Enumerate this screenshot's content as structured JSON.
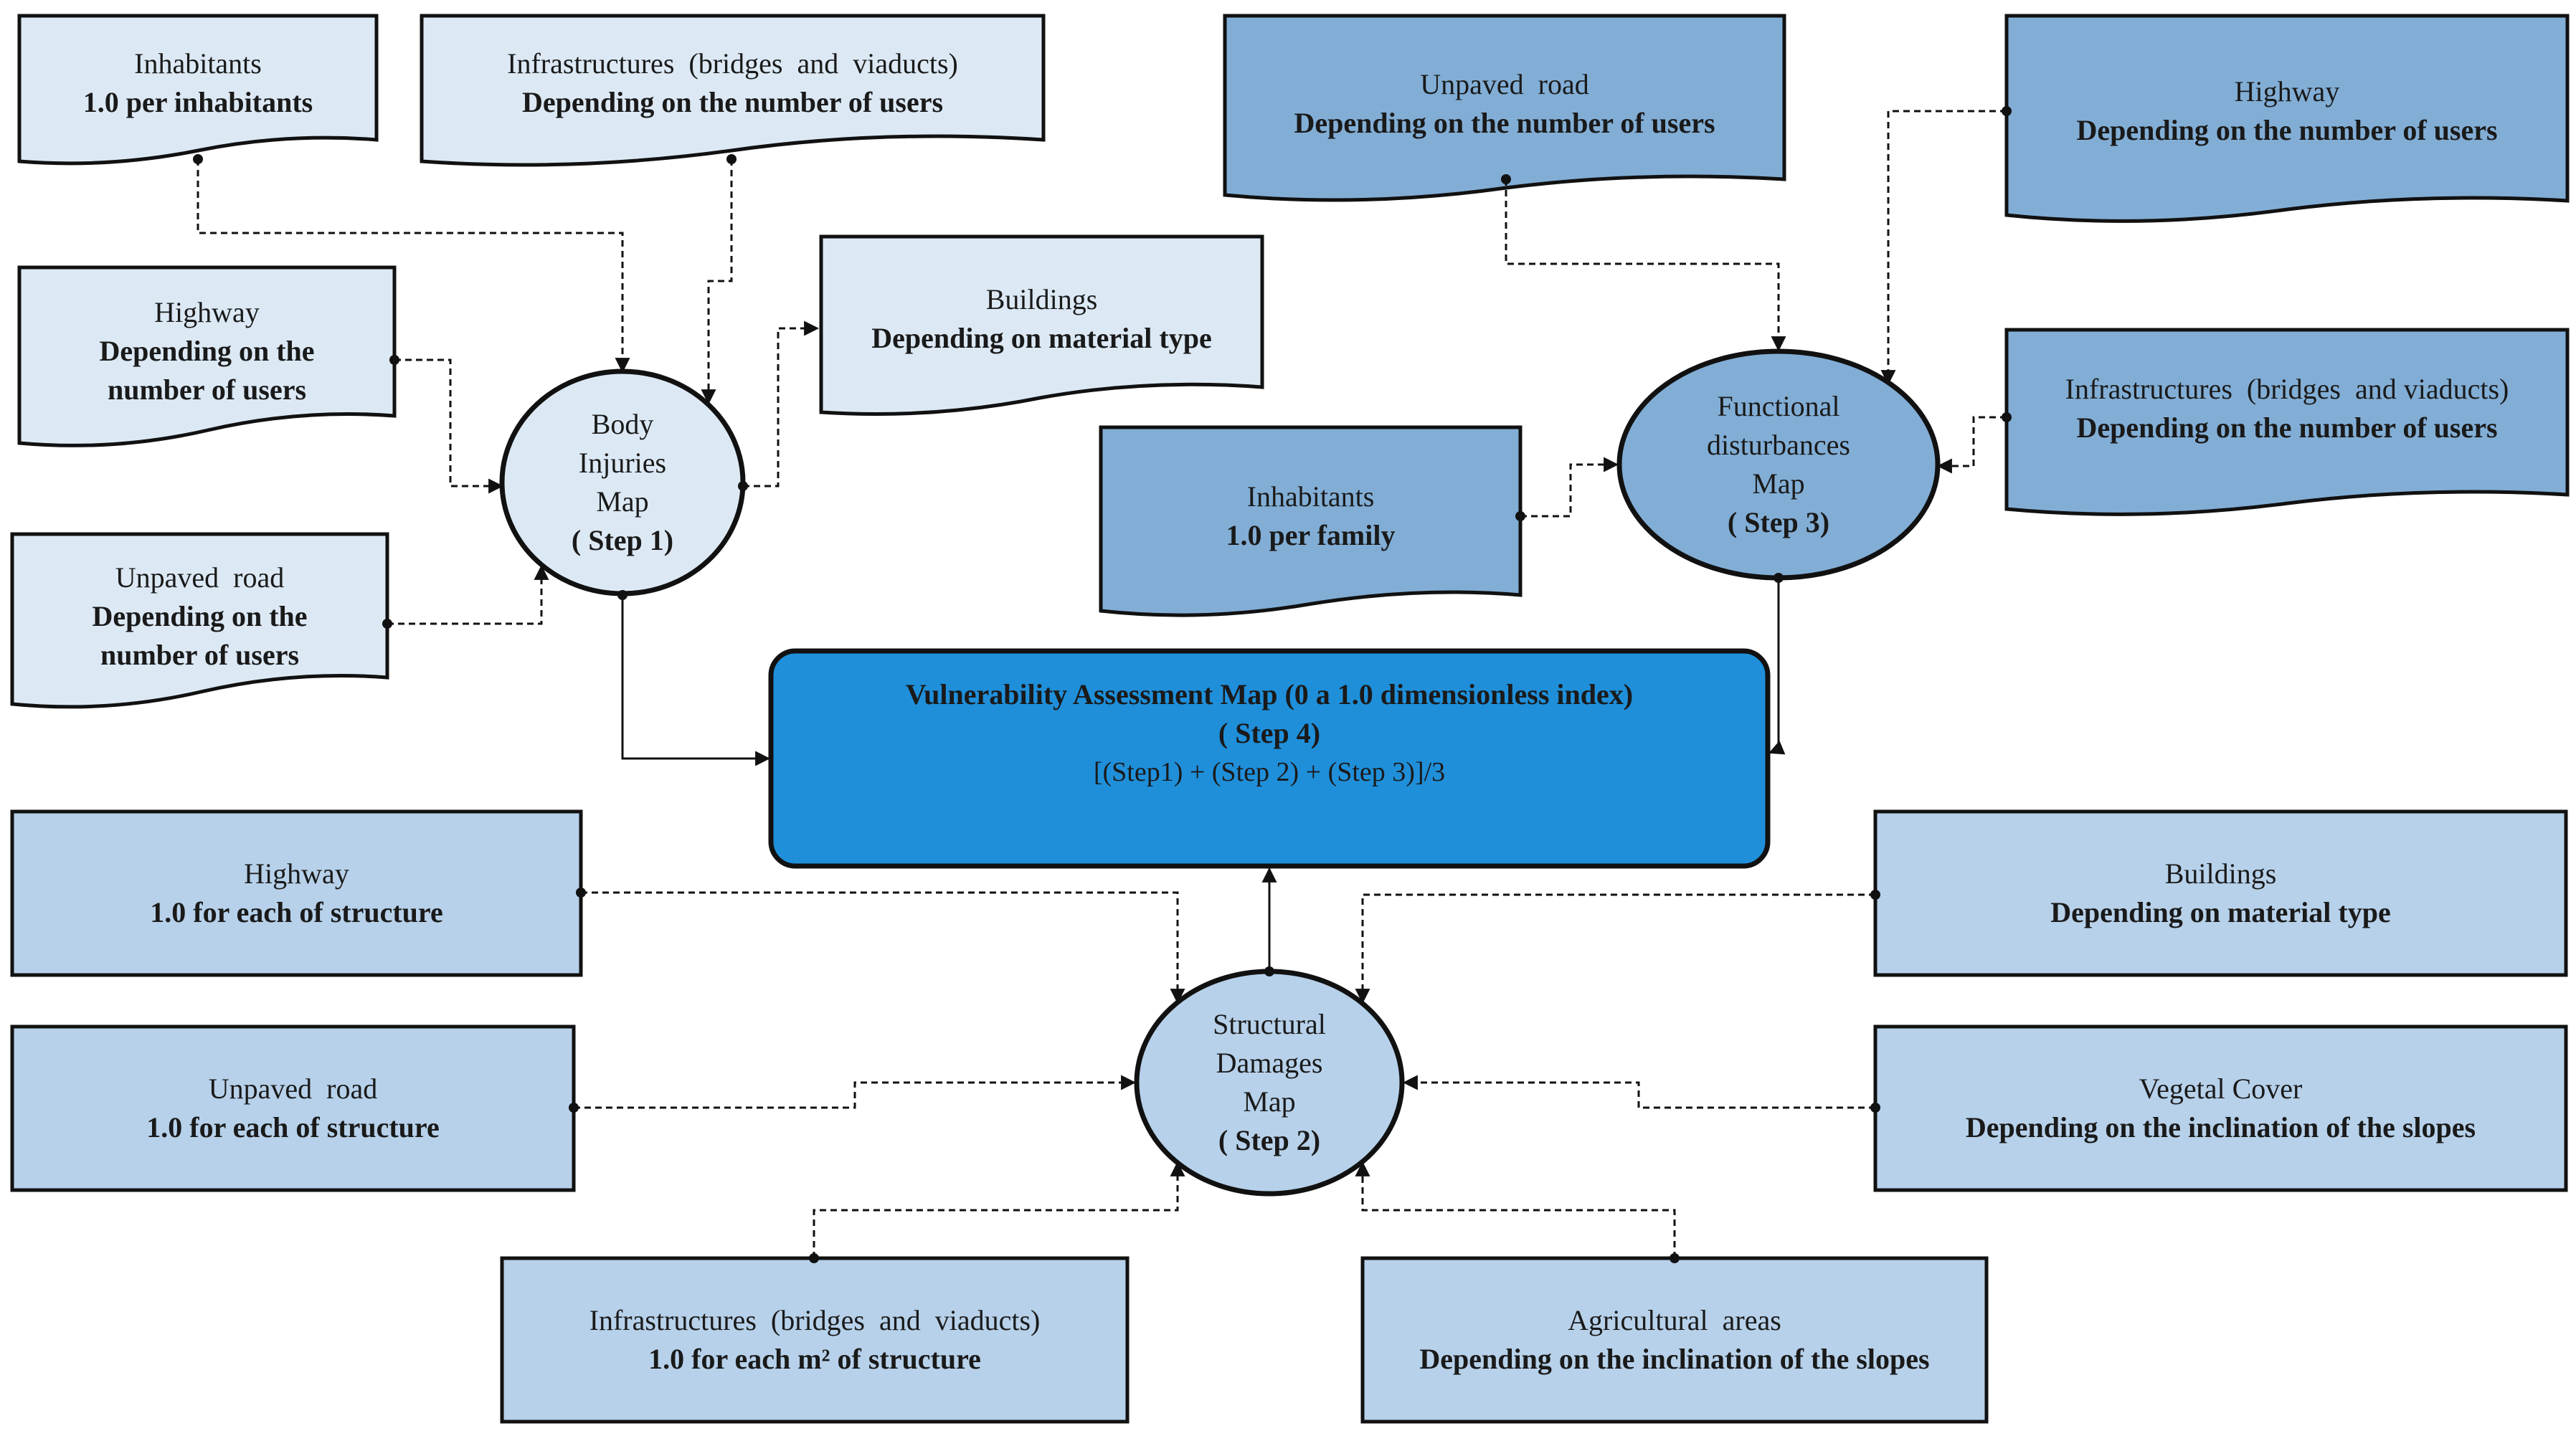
{
  "colors": {
    "light_doc": "#dce9f5",
    "mid_doc": "#82aed6",
    "rect_fill": "#b7d1ea",
    "circle_light": "#dce9f5",
    "circle_mid": "#82aed6",
    "circle_struct": "#b7d1ea",
    "central_fill": "#1f8fda",
    "stroke": "#111111"
  },
  "circles": {
    "body": {
      "lines": [
        "Body",
        "Injuries",
        "Map"
      ],
      "step": "( Step 1)"
    },
    "functional": {
      "lines": [
        "Functional",
        "disturbances",
        "Map"
      ],
      "step": "( Step 3)"
    },
    "structural": {
      "lines": [
        "Structural",
        "Damages",
        "Map"
      ],
      "step": "( Step 2)"
    }
  },
  "central": {
    "title": "Vulnerability Assessment Map (0 a 1.0 dimensionless index)",
    "step": "( Step 4)",
    "formula": "[(Step1) + (Step 2) + (Step 3)]/3"
  },
  "body_inputs": [
    {
      "title": "Inhabitants",
      "detail": "1.0 per inhabitants"
    },
    {
      "title": "Infrastructures  (bridges  and  viaducts)",
      "detail": "Depending on the number of users"
    },
    {
      "title": "Highway",
      "detail": "Depending on the number of users"
    },
    {
      "title": "Buildings",
      "detail": "Depending on material type"
    },
    {
      "title": "Unpaved  road",
      "detail": "Depending on the number of users"
    }
  ],
  "functional_inputs": [
    {
      "title": "Unpaved  road",
      "detail": "Depending on the number of users"
    },
    {
      "title": "Highway",
      "detail": "Depending on the number of users"
    },
    {
      "title": "Infrastructures  (bridges  and viaducts)",
      "detail": "Depending on the number of users"
    },
    {
      "title": "Inhabitants",
      "detail": "1.0 per family"
    }
  ],
  "structural_inputs": [
    {
      "title": "Highway",
      "detail": "1.0 for each of structure"
    },
    {
      "title": "Unpaved  road",
      "detail": "1.0 for each of structure"
    },
    {
      "title": "Infrastructures  (bridges  and  viaducts)",
      "detail": "1.0 for each m² of structure"
    },
    {
      "title": "Agricultural  areas",
      "detail": "Depending on the inclination of the slopes"
    },
    {
      "title": "Vegetal Cover",
      "detail": "Depending on the inclination of the slopes"
    },
    {
      "title": "Buildings",
      "detail": "Depending on material type"
    }
  ]
}
